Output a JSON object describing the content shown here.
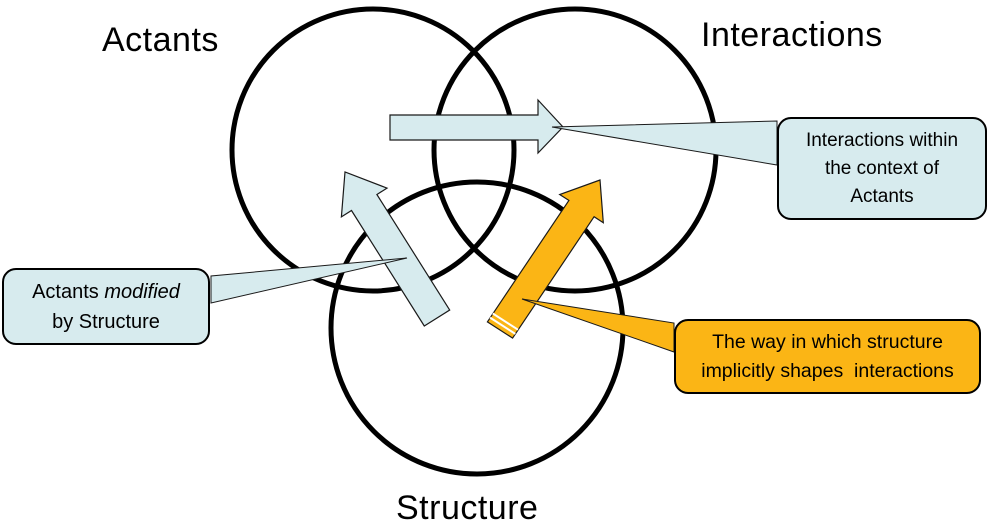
{
  "labels": {
    "actants": "Actants",
    "interactions": "Interactions",
    "structure": "Structure"
  },
  "callouts": {
    "interactions_within": {
      "line1": "Interactions within",
      "line2": "the context of",
      "line3": "Actants"
    },
    "actants_modified": {
      "text_before_italic": "Actants ",
      "italic_word": "modified",
      "line2": "by Structure"
    },
    "structure_shapes": {
      "line1": "The way in which structure",
      "line2": "implicitly shapes  interactions"
    }
  },
  "colors": {
    "light_blue": "#D7EBEE",
    "orange": "#FBB515",
    "outline": "#000000",
    "circle_stroke": "#000000"
  }
}
